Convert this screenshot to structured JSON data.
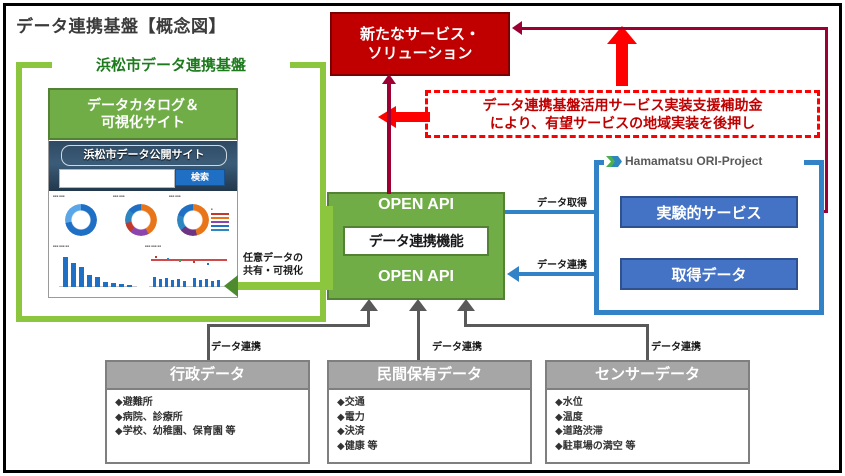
{
  "page": {
    "title": "データ連携基盤【概念図】"
  },
  "platform": {
    "frame_title": "浜松市データ連携基盤",
    "catalog": {
      "title_line1": "データカタログ＆",
      "title_line2": "可視化サイト",
      "site_banner": "浜松市データ公開サイト",
      "search_value": "",
      "search_placeholder": "",
      "search_button": "検索"
    },
    "core": {
      "open_api_top": "OPEN API",
      "open_api_bottom": "OPEN API",
      "middle_label": "データ連携機能"
    }
  },
  "outcome": {
    "new_service_line1": "新たなサービス・",
    "new_service_line2": "ソリューション",
    "subsidy_line1": "データ連携基盤活用サービス実装支援補助金",
    "subsidy_line2": "により、有望サービスの地域実装を後押し"
  },
  "ori_project": {
    "logo_text": "Hamamatsu ORI-Project",
    "boxes": [
      {
        "label": "実験的サービス"
      },
      {
        "label": "取得データ"
      }
    ]
  },
  "sources": [
    {
      "title": "行政データ",
      "items": [
        "◆避難所",
        "◆病院、診療所",
        "◆学校、幼稚園、保育園 等"
      ]
    },
    {
      "title": "民間保有データ",
      "items": [
        "◆交通",
        "◆電力",
        "◆決済",
        "◆健康 等"
      ]
    },
    {
      "title": "センサーデータ",
      "items": [
        "◆水位",
        "◆温度",
        "◆道路渋滞",
        "◆駐車場の満空 等"
      ]
    }
  ],
  "connectors": {
    "share_visualize_line1": "任意データの",
    "share_visualize_line2": "共有・可視化",
    "data_acquire": "データ取得",
    "data_link_right": "データ連携",
    "data_link_1": "データ連携",
    "data_link_2": "データ連携",
    "data_link_3": "データ連携"
  },
  "colors": {
    "green": "#70AD47",
    "green_dark": "#548235",
    "green_light": "#8CC63E",
    "blue": "#4472C4",
    "blue_line": "#3282C8",
    "red": "#C00000",
    "red_bright": "#FF0000",
    "maroon": "#9C0033",
    "gray": "#A6A6A6",
    "gray_dark": "#7F7F7F"
  }
}
